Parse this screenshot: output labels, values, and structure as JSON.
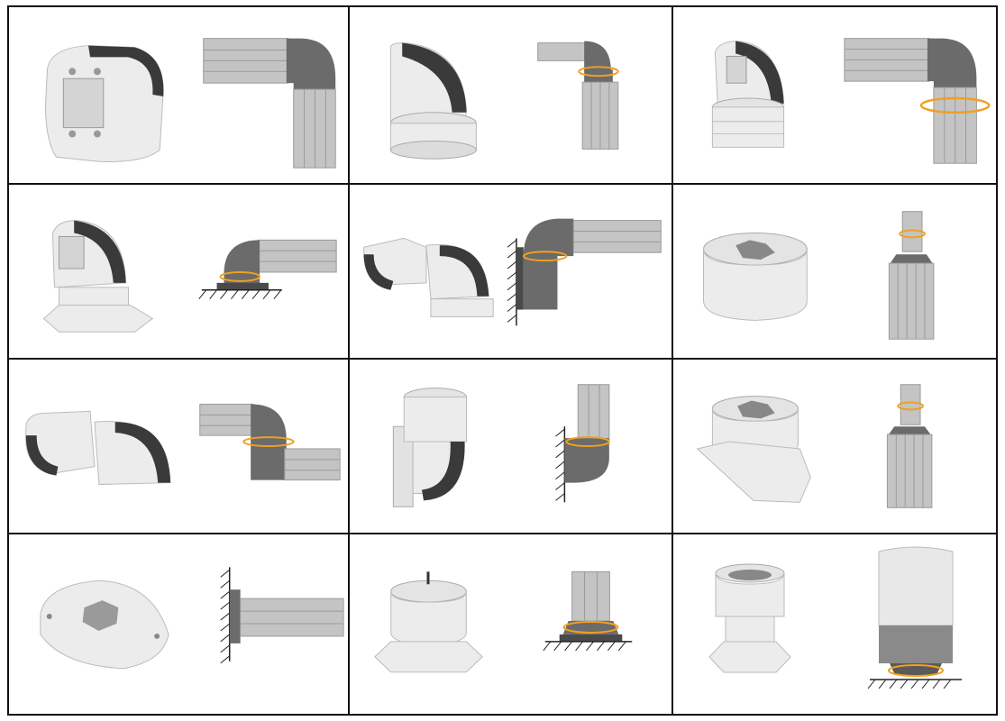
{
  "colors": {
    "part_body": "#ececec",
    "part_shade": "#c9c9c9",
    "part_dark": "#3a3a3a",
    "duct_fill": "#c4c4c4",
    "duct_line": "#9a9a9a",
    "elbow_fill": "#6b6b6b",
    "rotation_arrow": "#f0a020",
    "border": "#111111"
  },
  "panels": [
    {
      "part": "elbow-fitting",
      "diagram": "duct-elbow"
    },
    {
      "part": "rotating-elbow",
      "diagram": "vertical-duct-rotating-elbow"
    },
    {
      "part": "rotating-elbow-base",
      "diagram": "duct-elbow-rotation"
    },
    {
      "part": "elbow-on-square-base",
      "diagram": "floor-mounted-elbow"
    },
    {
      "part": "offset-elbow-with-plate",
      "diagram": "wall-mounted-elbow"
    },
    {
      "part": "round-rotating-socket",
      "diagram": "vertical-duct-rotating-top"
    },
    {
      "part": "s-offset-elbow",
      "diagram": "duct-offset"
    },
    {
      "part": "wall-bracket-elbow",
      "diagram": "wall-vertical-duct"
    },
    {
      "part": "angled-rotating-socket",
      "diagram": "vertical-duct-rotating-top"
    },
    {
      "part": "oval-base-plate",
      "diagram": "wall-horizontal-duct"
    },
    {
      "part": "socket-on-square-base",
      "diagram": "floor-vertical-duct"
    },
    {
      "part": "tall-socket-base",
      "diagram": "large-box-floor-rotation"
    }
  ]
}
